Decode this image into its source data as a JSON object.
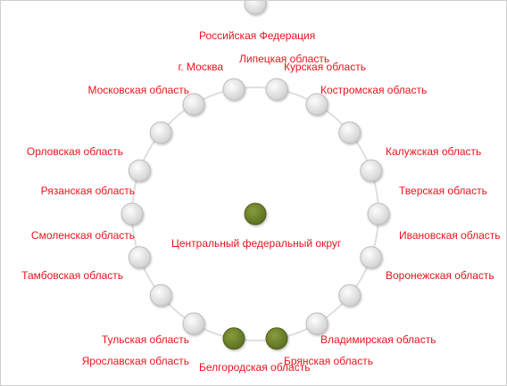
{
  "colors": {
    "label": "#e8141c",
    "node_fill": "#e6e6e6",
    "node_stroke": "#bdbdbd",
    "selected_fill": "#6b7f2a",
    "selected_stroke": "#4f5f1c",
    "ring": "#dedede"
  },
  "parent": {
    "label": "Российская Федерация"
  },
  "center": {
    "label": "Центральный федеральный округ",
    "selected": true
  },
  "regions": [
    {
      "id": "lipetsk",
      "label": "Липецкая область",
      "selected": false
    },
    {
      "id": "kursk",
      "label": "Курская область",
      "selected": false
    },
    {
      "id": "kostroma",
      "label": "Костромская область",
      "selected": false
    },
    {
      "id": "kaluga",
      "label": "Калужская область",
      "selected": false
    },
    {
      "id": "tver",
      "label": "Тверская область",
      "selected": false
    },
    {
      "id": "ivanovo",
      "label": "Ивановская область",
      "selected": false
    },
    {
      "id": "voronezh",
      "label": "Воронежская область",
      "selected": false
    },
    {
      "id": "vladimir",
      "label": "Владимирская область",
      "selected": false
    },
    {
      "id": "bryansk",
      "label": "Брянская область",
      "selected": true
    },
    {
      "id": "belgorod",
      "label": "Белгородская область",
      "selected": true
    },
    {
      "id": "yaroslavl",
      "label": "Ярославская область",
      "selected": false
    },
    {
      "id": "tula",
      "label": "Тульская область",
      "selected": false
    },
    {
      "id": "tambov",
      "label": "Тамбовская область",
      "selected": false
    },
    {
      "id": "smolensk",
      "label": "Смоленская область",
      "selected": false
    },
    {
      "id": "ryazan",
      "label": "Рязанская область",
      "selected": false
    },
    {
      "id": "orel",
      "label": "Орловская область",
      "selected": false
    },
    {
      "id": "moscow-oblast",
      "label": "Московская область",
      "selected": false
    },
    {
      "id": "moscow",
      "label": "г. Москва",
      "selected": false
    }
  ]
}
